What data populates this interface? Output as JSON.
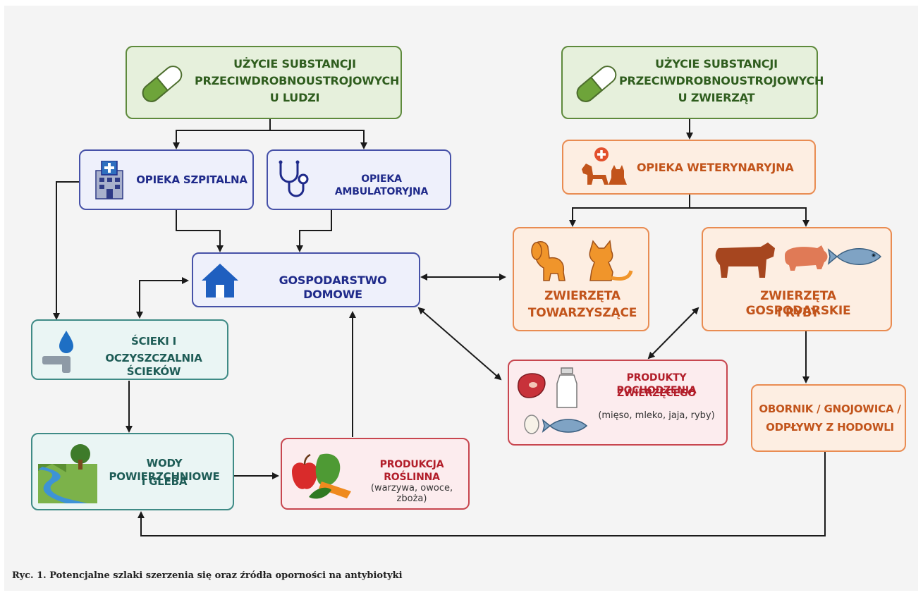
{
  "colors": {
    "green": "#2f5d1e",
    "blue": "#1f2a8a",
    "orange": "#c2541b",
    "teal": "#1e5c56",
    "red": "#b21e2a",
    "arrow": "#1a1a1a"
  },
  "nodes": {
    "human_use": {
      "line1": "UŻYCIE SUBSTANCJI",
      "line2": "PRZECIWDROBNOUSTROJOWYCH",
      "line3": "U LUDZI",
      "icon": "capsule-icon"
    },
    "animal_use": {
      "line1": "UŻYCIE SUBSTANCJI",
      "line2": "PRZECIWDROBNOUSTROJOWYCH",
      "line3": "U ZWIERZĄT",
      "icon": "capsule-icon"
    },
    "hospital": {
      "label": "OPIEKA SZPITALNA",
      "icon": "hospital-icon"
    },
    "outpatient": {
      "label": "OPIEKA AMBULATORYJNA",
      "icon": "stethoscope-icon"
    },
    "veterinary": {
      "label": "OPIEKA WETERYNARYJNA",
      "icon": "vet-pets-icon"
    },
    "household": {
      "label": "GOSPODARSTWO DOMOWE",
      "icon": "house-icon"
    },
    "pets": {
      "line1": "ZWIERZĘTA",
      "line2": "TOWARZYSZĄCE",
      "icon": "dog-cat-icon"
    },
    "livestock": {
      "line1": "ZWIERZĘTA GOSPODARSKIE",
      "line2": "I RYBY",
      "icon": "cow-pig-fish-icon"
    },
    "sewage": {
      "line1": "ŚCIEKI I",
      "line2": "OCZYSZCZALNIA ŚCIEKÓW",
      "icon": "water-tap-icon"
    },
    "animal_products": {
      "line1": "PRODUKTY POCHODZENIA",
      "line2": "ZWIERZĘCEGO",
      "sub": "(mięso, mleko, jaja, ryby)",
      "icon": "meat-milk-egg-fish-icon"
    },
    "manure": {
      "line1": "OBORNIK / GNOJOWICA /",
      "line2": "ODPŁYWY Z HODOWLI"
    },
    "surface_water": {
      "line1": "WODY POWIERZCHNIOWE",
      "line2": "I GLEBA",
      "icon": "river-tree-icon"
    },
    "crops": {
      "label": "PRODUKCJA ROŚLINNA",
      "sub": "(warzywa, owoce, zboża)",
      "icon": "apple-vegetables-icon"
    }
  },
  "caption": "Ryc. 1. Potencjalne szlaki szerzenia się oraz źródła oporności na antybiotyki"
}
